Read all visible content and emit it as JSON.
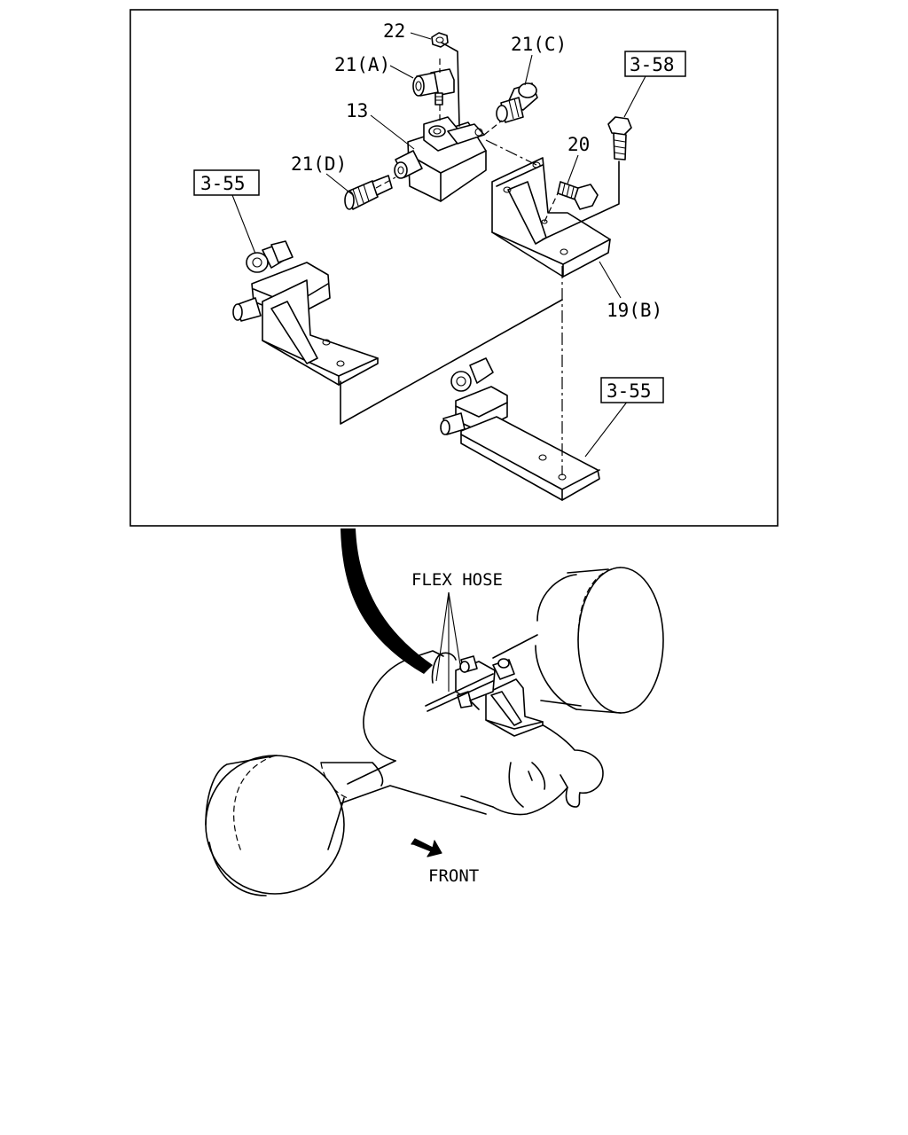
{
  "labels": {
    "part_22": "22",
    "part_21a": "21(A)",
    "part_21c": "21(C)",
    "part_13": "13",
    "part_20": "20",
    "part_21d": "21(D)",
    "part_19b": "19(B)",
    "ref_358": "3-58",
    "ref_355_left": "3-55",
    "ref_355_right": "3-55",
    "flex_hose": "FLEX HOSE",
    "front": "FRONT"
  }
}
